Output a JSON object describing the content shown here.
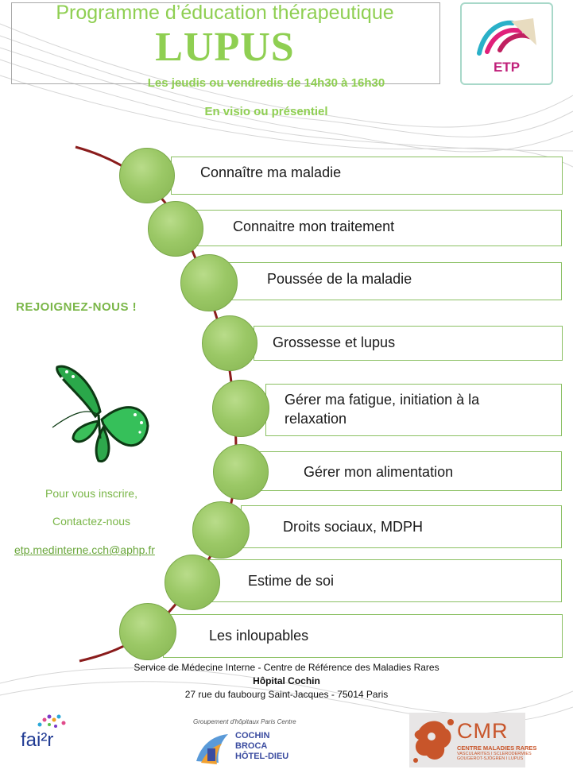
{
  "header": {
    "title": "Programme d’éducation thérapeutique",
    "subtitle": "LUPUS",
    "schedule": "Les jeudis ou vendredis de 14h30 à 16h30",
    "mode": "En visio ou présentiel",
    "etp_logo_text": "ETP"
  },
  "left": {
    "join": "REJOIGNEZ-NOUS !",
    "inscrire": "Pour vous inscrire,",
    "contact": "Contactez-nous",
    "email": "etp.medinterne.cch@aphp.fr"
  },
  "sessions": [
    {
      "line1": "Connaître ma maladie",
      "line2": ""
    },
    {
      "line1": "Connaitre mon traitement",
      "line2": ""
    },
    {
      "line1": "Poussée de la maladie",
      "line2": ""
    },
    {
      "line1": "Grossesse et lupus",
      "line2": ""
    },
    {
      "line1": "Gérer ma fatigue, initiation à la",
      "line2": "relaxation"
    },
    {
      "line1": "Gérer mon alimentation",
      "line2": ""
    },
    {
      "line1": "Droits sociaux, MDPH",
      "line2": ""
    },
    {
      "line1": "Estime de soi",
      "line2": ""
    },
    {
      "line1": "Les inloupables",
      "line2": ""
    }
  ],
  "footer": {
    "line1": "Service de Médecine Interne - Centre de Référence des Maladies Rares",
    "line2": "Hôpital Cochin",
    "line3": "27 rue du faubourg Saint-Jacques - 75014 Paris"
  },
  "logos": {
    "fai2r": "fai²r",
    "chbhd_header": "Groupement d'hôpitaux Paris Centre",
    "chbhd_1": "COCHIN",
    "chbhd_2": "BROCA",
    "chbhd_3": "HÔTEL-DIEU",
    "cmr_title": "CMR",
    "cmr_sub": "CENTRE MALADIES RARES",
    "cmr_sub2": "VASCULARITES I SCLERODERMIES",
    "cmr_sub3": "GOUGEROT-SJÖGREN I LUPUS"
  },
  "colors": {
    "accent_green": "#8fcf52",
    "box_border": "#8bc063",
    "spine": "#8a1c1c",
    "etp_pink": "#c0207a"
  }
}
